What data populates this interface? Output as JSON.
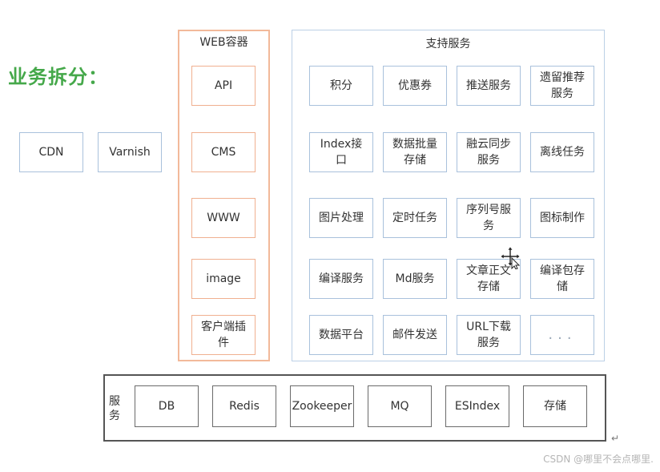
{
  "heading": "业务拆分：",
  "edge": {
    "cdn": "CDN",
    "varnish": "Varnish"
  },
  "web_container": {
    "title": "WEB容器",
    "items": [
      "API",
      "CMS",
      "WWW",
      "image",
      "客户端插件"
    ]
  },
  "support_services": {
    "title": "支持服务",
    "items": [
      "积分",
      "优惠券",
      "推送服务",
      "遗留推荐服务",
      "Index接口",
      "数据批量存储",
      "融云同步服务",
      "离线任务",
      "图片处理",
      "定时任务",
      "序列号服务",
      "图标制作",
      "编译服务",
      "Md服务",
      "文章正文存储",
      "编译包存储",
      "数据平台",
      "邮件发送",
      "URL下载服务",
      "..."
    ]
  },
  "base_services": {
    "label": "服务",
    "items": [
      "DB",
      "Redis",
      "Zookeeper",
      "MQ",
      "ESIndex",
      "存储"
    ]
  },
  "watermark": "CSDN @哪里不会点哪里.",
  "colors": {
    "heading": "#45a84a",
    "web_frame": "#f2b99a",
    "support_frame": "#bcd0e6",
    "service_box": "#a9c1dc",
    "base_frame": "#555555"
  }
}
